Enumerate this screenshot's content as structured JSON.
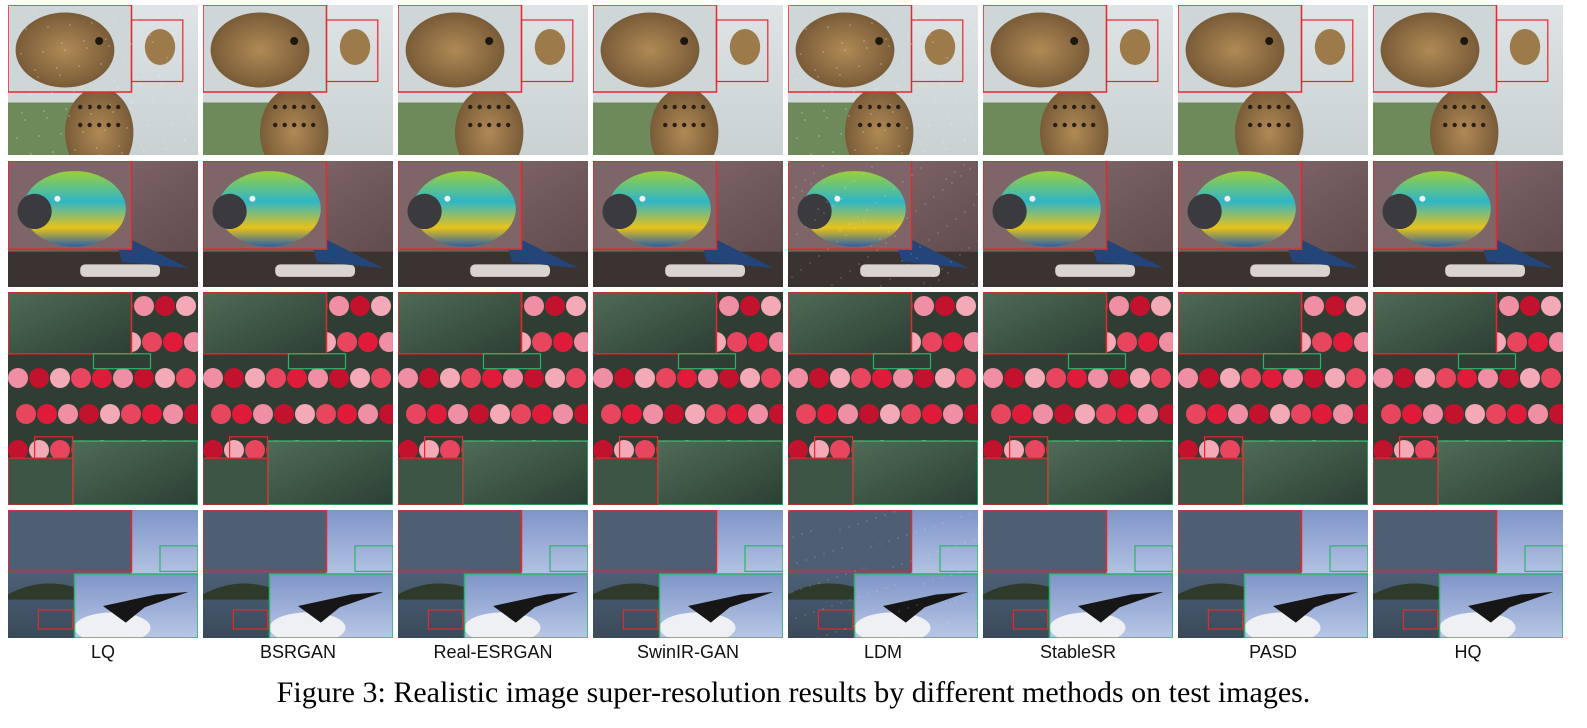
{
  "figure": {
    "methods": [
      "LQ",
      "BSRGAN",
      "Real-ESRGAN",
      "SwinIR-GAN",
      "LDM",
      "StableSR",
      "PASD",
      "HQ"
    ],
    "rows": [
      "cheetah",
      "parrot",
      "flowers",
      "bird-over-sea"
    ],
    "caption": "Figure 3: Realistic image super-resolution results by different methods on test images.",
    "colors": {
      "zoom_box_red": "#e8262c",
      "zoom_box_green": "#2db36b"
    }
  }
}
